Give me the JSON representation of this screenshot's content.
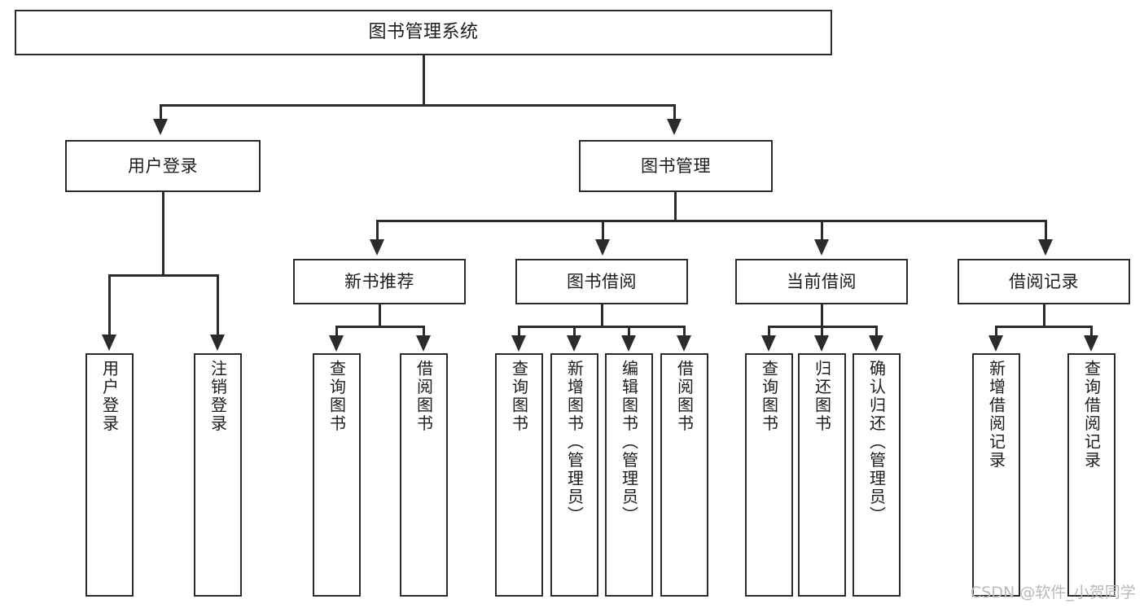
{
  "diagram": {
    "title": "图书管理系统",
    "type": "功能结构图",
    "watermark": "CSDN @软件_小贺同学",
    "colors": {
      "background": "#ffffff",
      "box_border": "#2b2b2b",
      "box_fill": "#ffffff",
      "text": "#1c1c1c",
      "connector": "#2b2b2b",
      "watermark": "#b9b9b9"
    }
  },
  "nodes": {
    "root": {
      "label": "图书管理系统"
    },
    "level2": [
      {
        "id": "user-login",
        "label": "用户登录"
      },
      {
        "id": "book-management",
        "label": "图书管理"
      }
    ],
    "level3": [
      {
        "id": "new-book-recommend",
        "label": "新书推荐"
      },
      {
        "id": "book-borrow",
        "label": "图书借阅"
      },
      {
        "id": "current-borrow",
        "label": "当前借阅"
      },
      {
        "id": "borrow-record",
        "label": "借阅记录"
      }
    ],
    "leaves": {
      "user_login": [
        {
          "id": "leaf-user-login",
          "label": "用户登录"
        },
        {
          "id": "leaf-logout-login",
          "label": "注销登录"
        }
      ],
      "new_book_recommend": [
        {
          "id": "leaf-query-book-1",
          "label": "查询图书"
        },
        {
          "id": "leaf-borrow-book-1",
          "label": "借阅图书"
        }
      ],
      "book_borrow": [
        {
          "id": "leaf-query-book-2",
          "label": "查询图书"
        },
        {
          "id": "leaf-add-book",
          "label": "新增图书（管理员）"
        },
        {
          "id": "leaf-edit-book",
          "label": "编辑图书（管理员）"
        },
        {
          "id": "leaf-borrow-book-2",
          "label": "借阅图书"
        }
      ],
      "current_borrow": [
        {
          "id": "leaf-query-book-3",
          "label": "查询图书"
        },
        {
          "id": "leaf-return-book",
          "label": "归还图书"
        },
        {
          "id": "leaf-confirm-return",
          "label": "确认归还（管理员）"
        }
      ],
      "borrow_record": [
        {
          "id": "leaf-add-record",
          "label": "新增借阅记录"
        },
        {
          "id": "leaf-query-record",
          "label": "查询借阅记录"
        }
      ]
    }
  }
}
